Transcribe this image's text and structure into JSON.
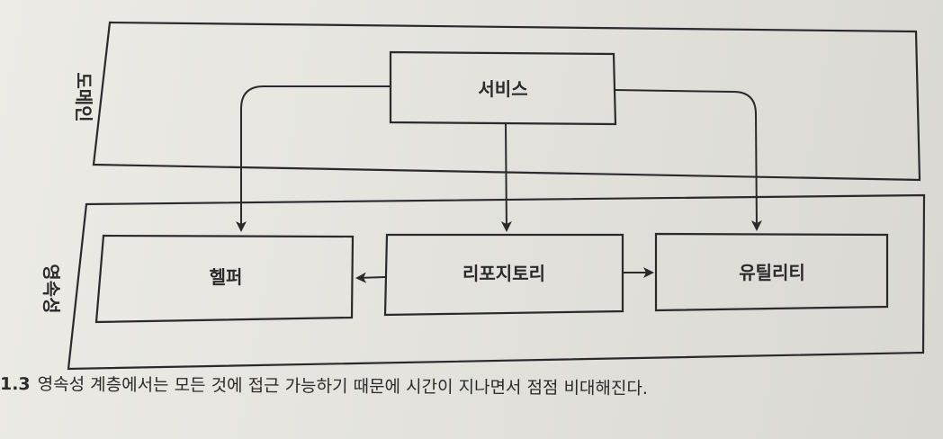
{
  "layers": {
    "domain": "도메인",
    "persistence": "영속성"
  },
  "boxes": {
    "service": "서비스",
    "helper": "헬퍼",
    "repository": "리포지토리",
    "utility": "유틸리티"
  },
  "caption": {
    "number": "1.3",
    "text": "영속성 계층에서는 모든 것에 접근 가능하기 때문에 시간이 지나면서 점점 비대해진다."
  }
}
